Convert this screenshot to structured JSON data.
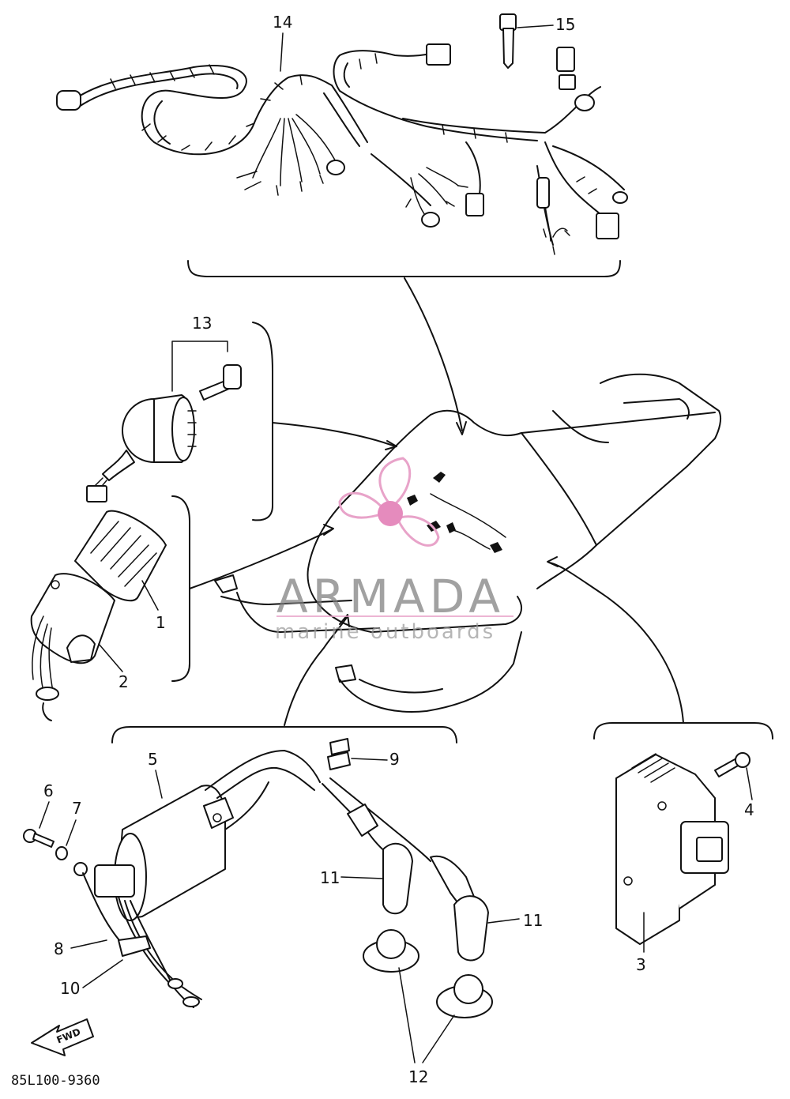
{
  "diagram_code": "85L100-9360",
  "fwd_label": "FWD",
  "part_labels": {
    "p1": "1",
    "p2": "2",
    "p3": "3",
    "p4": "4",
    "p5": "5",
    "p6": "6",
    "p7": "7",
    "p8": "8",
    "p9": "9",
    "p10": "10",
    "p11a": "11",
    "p11b": "11",
    "p12": "12",
    "p13": "13",
    "p14": "14",
    "p15": "15"
  },
  "watermark": {
    "brand": "ARMADA",
    "tagline": "marine outboards",
    "logo_color": "#e8a3c9",
    "logo_center_color": "#e58bbd"
  },
  "colors": {
    "ink": "#111111",
    "paper": "#ffffff"
  }
}
